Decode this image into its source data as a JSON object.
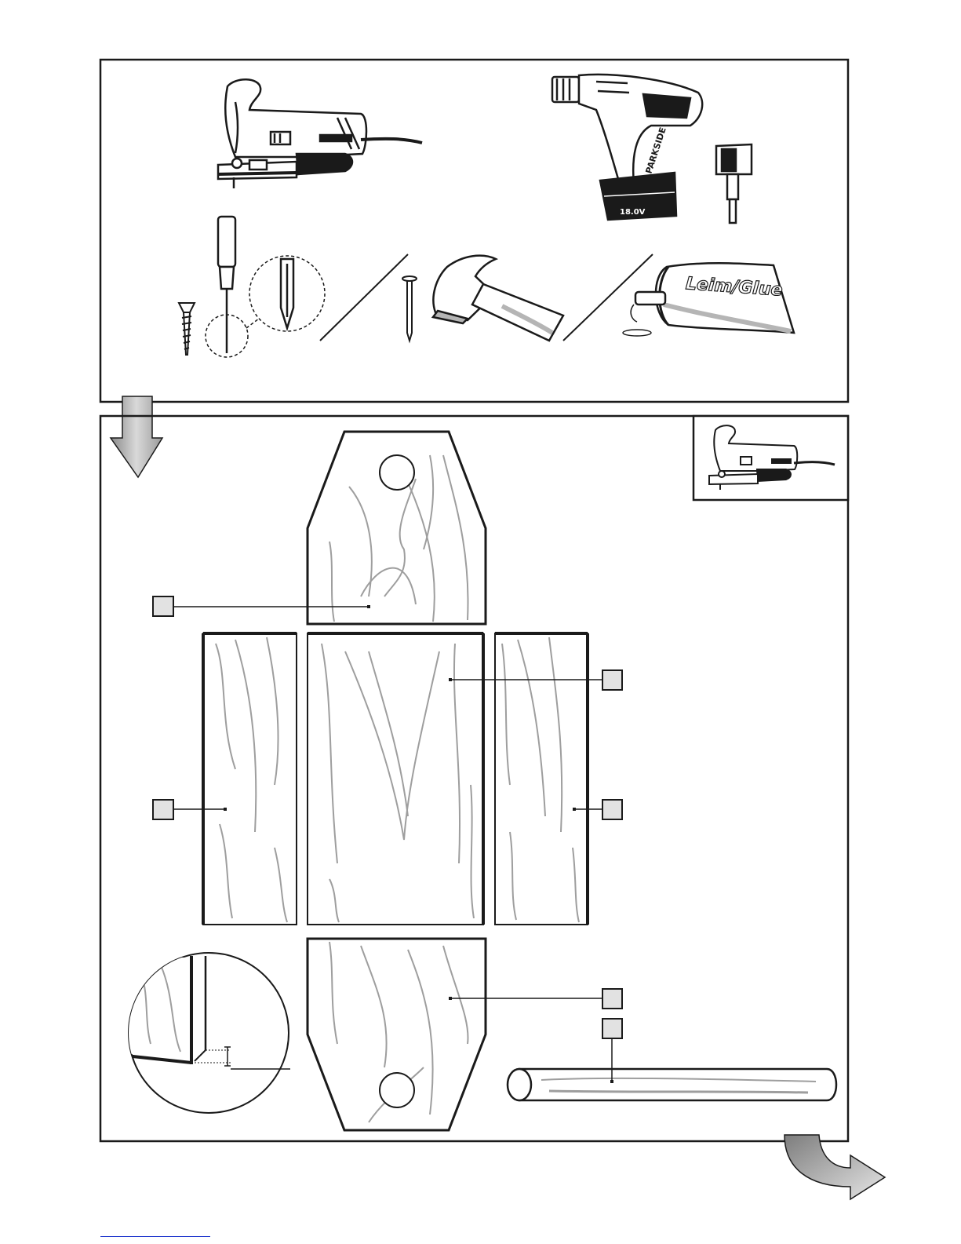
{
  "tools_panel": {
    "drill_brand": "PARKSIDE",
    "battery_voltage": "18.0V",
    "glue_label": "Leim/Glue"
  },
  "parts": {
    "labels": [
      "",
      "",
      "",
      "",
      "",
      "",
      ""
    ]
  },
  "colors": {
    "line": "#1a1a1a",
    "grain": "#9e9e9e",
    "callout_fill": "#e2e2e2",
    "arrow_fill": "#b9b9b9"
  }
}
